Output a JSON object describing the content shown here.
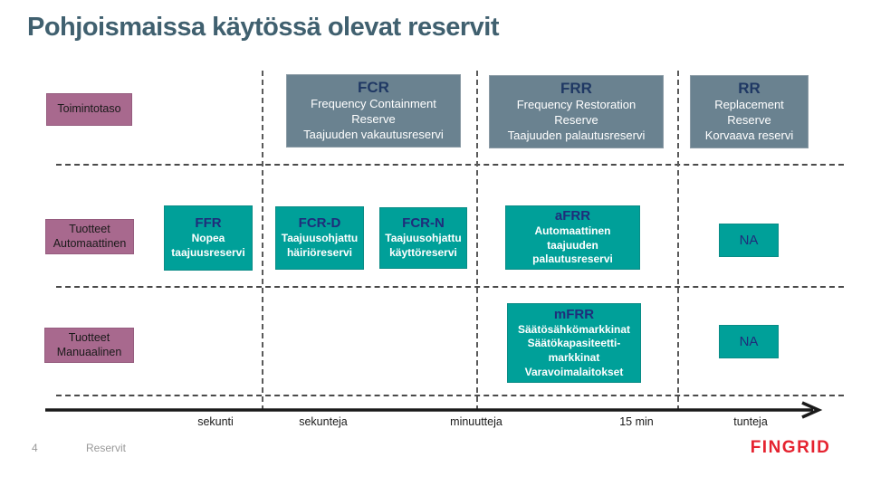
{
  "title": "Pohjoismaissa käytössä olevat reservit",
  "row_labels": {
    "toimintotaso": "Toimintotaso",
    "automaattinen": "Tuotteet\nAutomaattinen",
    "manuaalinen": "Tuotteet\nManuaalinen"
  },
  "boxes": {
    "fcr": {
      "code": "FCR",
      "body": "Frequency Containment\nReserve\nTaajuuden vakautusreservi"
    },
    "frr": {
      "code": "FRR",
      "body": "Frequency Restoration\nReserve\nTaajuuden palautusreservi"
    },
    "rr": {
      "code": "RR",
      "body": "Replacement\nReserve\nKorvaava reservi"
    },
    "ffr": {
      "code": "FFR",
      "body": "Nopea\ntaajuusreservi"
    },
    "fcrd": {
      "code": "FCR-D",
      "body": "Taajuusohjattu\nhäiriöreservi"
    },
    "fcrn": {
      "code": "FCR-N",
      "body": "Taajuusohjattu\nkäyttöreservi"
    },
    "afrr": {
      "code": "aFRR",
      "body": "Automaattinen\ntaajuuden\npalautusreservi"
    },
    "na_auto": {
      "code": "NA"
    },
    "mfrr": {
      "code": "mFRR",
      "body": "Säätösähkömarkkinat\nSäätökapasiteetti-\nmarkkinat\nVaravoimalaitokset"
    },
    "na_manual": {
      "code": "NA"
    }
  },
  "timeline": {
    "labels": [
      "sekunti",
      "sekunteja",
      "minuutteja",
      "15 min",
      "tunteja"
    ]
  },
  "footer": {
    "page_number": "4",
    "section": "Reservit",
    "logo": "FINGRID"
  },
  "colors": {
    "teal": "#00A099",
    "purple": "#A8698E",
    "gray_blue": "#6A8290",
    "navy_gray_heading": "#1F3864",
    "navy_teal_heading": "#1F2D7B",
    "title_text": "#40606F",
    "logo_red": "#E52330"
  }
}
